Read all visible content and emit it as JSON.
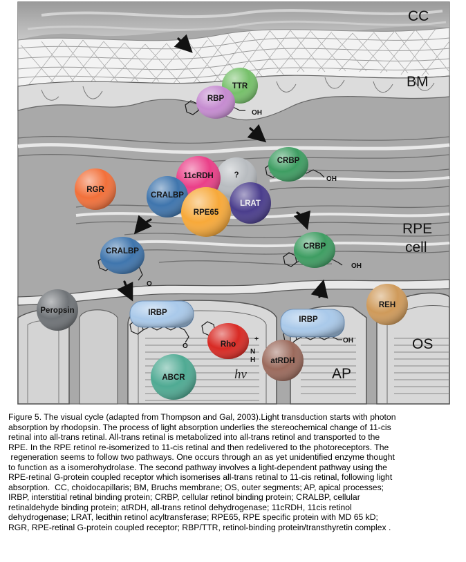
{
  "zones": {
    "cc": "CC",
    "bm": "BM",
    "rpe_line1": "RPE",
    "rpe_line2": "cell",
    "os": "OS",
    "ap": "AP"
  },
  "proteins": {
    "ttr": "TTR",
    "rbp": "RBP",
    "crbp_top": "CRBP",
    "rdh11c": "11cRDH",
    "unknown": "?",
    "rgr": "RGR",
    "cralbp_cluster": "CRALBP",
    "rpe65": "RPE65",
    "lrat": "LRAT",
    "crbp_mid": "CRBP",
    "cralbp_low": "CRALBP",
    "reh": "REH",
    "peropsin": "Peropsin",
    "irbp_left": "IRBP",
    "irbp_right": "IRBP",
    "rho": "Rho",
    "atrdh": "atRDH",
    "abcr": "ABCR"
  },
  "chem": {
    "oh_rbp": "OH",
    "oh_crbp_top": "OH",
    "oh_crbp_mid": "OH",
    "oh_irbp_right": "OH",
    "o_cralbp": "O",
    "o_irbp_left": "O",
    "n_rho": "N",
    "h_rho": "H",
    "plus_rho": "+",
    "hv": "hν"
  },
  "colors": {
    "ttr": "#76c06a",
    "rbp": "#c58bd0",
    "crbp": "#3e9d62",
    "rdh11c": "#ea3f88",
    "unknown": "#b8bcc0",
    "rgr": "#f2703a",
    "cralbp": "#3f75ad",
    "rpe65": "#f7a93a",
    "lrat": "#4a3d8c",
    "reh": "#cf9a5a",
    "peropsin": "#6f7377",
    "irbp": "#a9c9ea",
    "rho": "#d82a24",
    "atrdh": "#9b6a5c",
    "abcr": "#4faa93"
  },
  "caption_lines": [
    "Figure 5. The visual cycle (adapted from Thompson and Gal, 2003).Light transduction starts with photon",
    "absorption by rhodopsin. The process of light absorption underlies the stereochemical change of 11-cis",
    "retinal into all-trans retinal. All-trans retinal is metabolized into all-trans retinol and transported to the",
    "RPE. In the RPE retinol re-isomerized to 11-cis retinal and then redelivered to the photoreceptors. The",
    " regeneration seems to follow two pathways. One occurs through an as yet unidentified enzyme thought",
    "to function as a isomerohydrolase. The second pathway involves a light-dependent pathway using the",
    "RPE-retinal G-protein coupled receptor which isomerises all-trans retinal to 11-cis retinal, following light",
    "absorption.  CC, choidocapillaris; BM, Bruchs membrane; OS, outer segments; AP, apical processes;",
    "IRBP, interstitial retinal binding protein; CRBP, cellular retinol binding protein; CRALBP, cellular",
    "retinaldehyde binding protein; atRDH, all-trans retinol dehydrogenase; 11cRDH, 11cis retinol",
    "dehydrogenase; LRAT, lecithin retinol acyltransferase; RPE65, RPE specific protein with MD 65 kD;",
    "RGR, RPE-retinal G-protein coupled receptor; RBP/TTR, retinol-binding protein/transthyretin complex ."
  ]
}
